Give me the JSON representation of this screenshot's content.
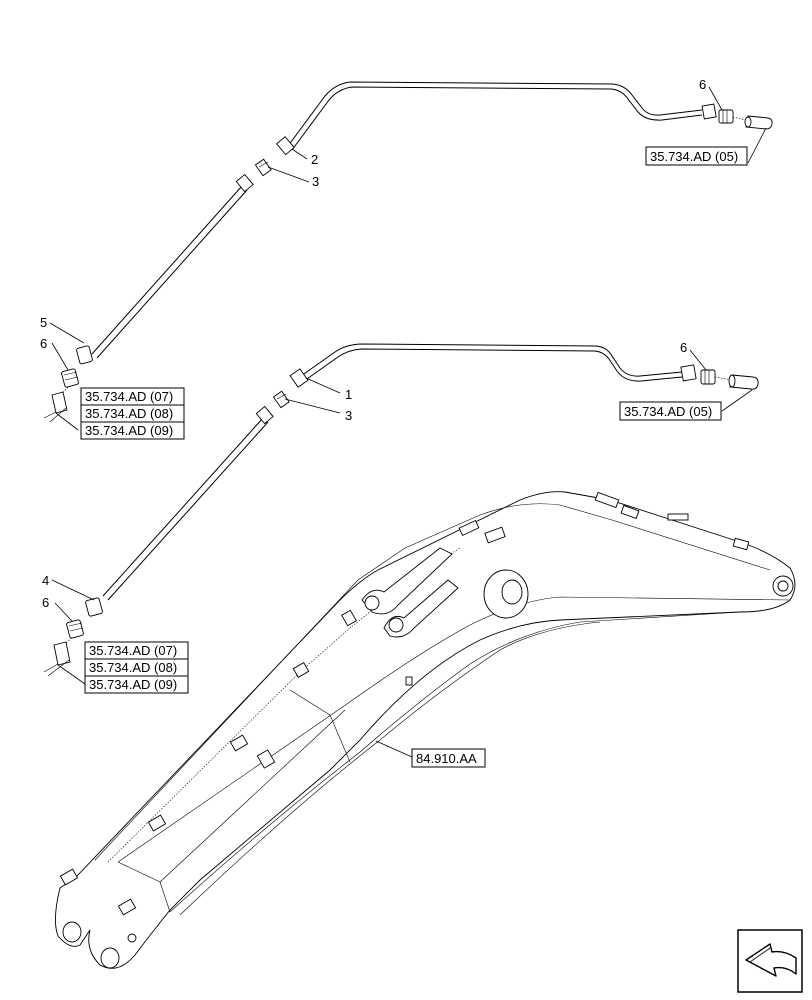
{
  "callouts": {
    "upper_1": "2",
    "upper_2": "3",
    "upper_3": "5",
    "upper_4": "6",
    "upper_5": "6",
    "lower_1": "1",
    "lower_2": "3",
    "lower_3": "4",
    "lower_4": "6",
    "lower_5": "6"
  },
  "references": {
    "upper_right": "35.734.AD (05)",
    "upper_left": [
      "35.734.AD (07)",
      "35.734.AD (08)",
      "35.734.AD (09)"
    ],
    "lower_right": "35.734.AD (05)",
    "lower_left": [
      "35.734.AD (07)",
      "35.734.AD (08)",
      "35.734.AD (09)"
    ],
    "boom": "84.910.AA"
  },
  "nav": {
    "icon": "arrow-back-icon"
  }
}
